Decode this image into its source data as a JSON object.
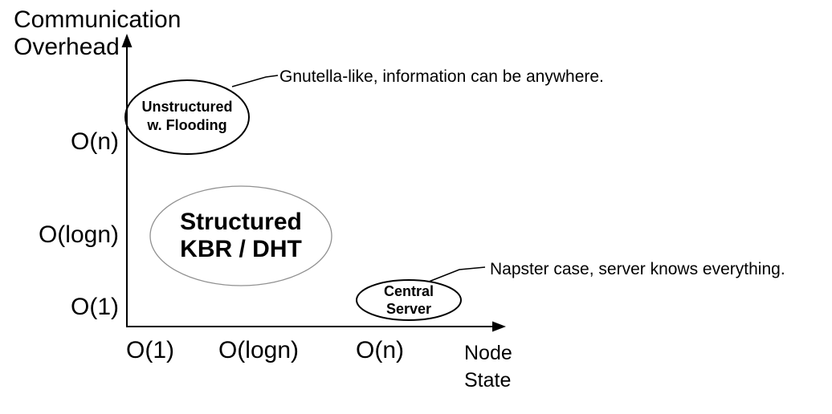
{
  "figure": {
    "y_axis": {
      "title_line1": "Communication",
      "title_line2": "Overhead",
      "ticks": [
        "O(n)",
        "O(logn)",
        "O(1)"
      ]
    },
    "x_axis": {
      "title_line1": "Node",
      "title_line2": "State",
      "ticks": [
        "O(1)",
        "O(logn)",
        "O(n)"
      ]
    },
    "nodes": {
      "unstructured": {
        "line1": "Unstructured",
        "line2": "w. Flooding",
        "node_state": "O(1)",
        "communication_overhead": "O(n)"
      },
      "structured": {
        "line1": "Structured",
        "line2": "KBR / DHT",
        "node_state": "O(logn)",
        "communication_overhead": "O(logn)"
      },
      "central": {
        "line1": "Central",
        "line2": "Server",
        "node_state": "O(n)",
        "communication_overhead": "O(1)"
      }
    },
    "annotations": {
      "gnutella": "Gnutella-like, information can be anywhere.",
      "napster": "Napster case, server knows everything."
    },
    "colors": {
      "ink": "#000000",
      "structured_stroke": "#909090",
      "background": "#ffffff"
    }
  }
}
